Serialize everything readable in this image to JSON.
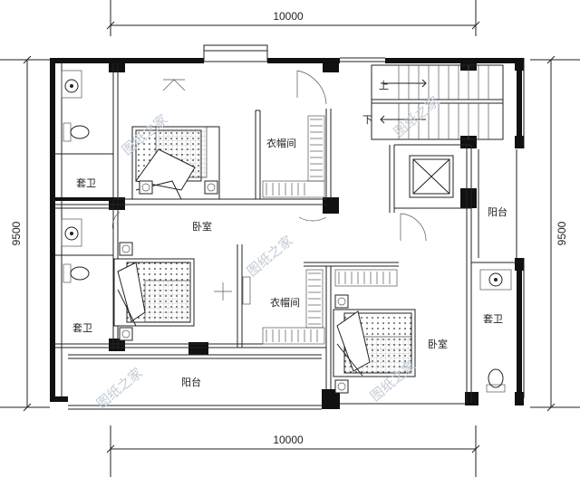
{
  "dimensions": {
    "top": "10000",
    "bottom": "10000",
    "left": "9500",
    "right": "9500"
  },
  "rooms": {
    "bedroom_left": "卧室",
    "bedroom_right": "卧室",
    "closet_top": "衣帽间",
    "closet_bottom": "衣帽间",
    "bath_top": "套卫",
    "bath_mid": "套卫",
    "bath_right": "套卫",
    "balcony_right": "阳台",
    "balcony_bottom": "阳台"
  },
  "stairs": {
    "up": "上",
    "down": "下"
  },
  "watermark": "图纸之家"
}
